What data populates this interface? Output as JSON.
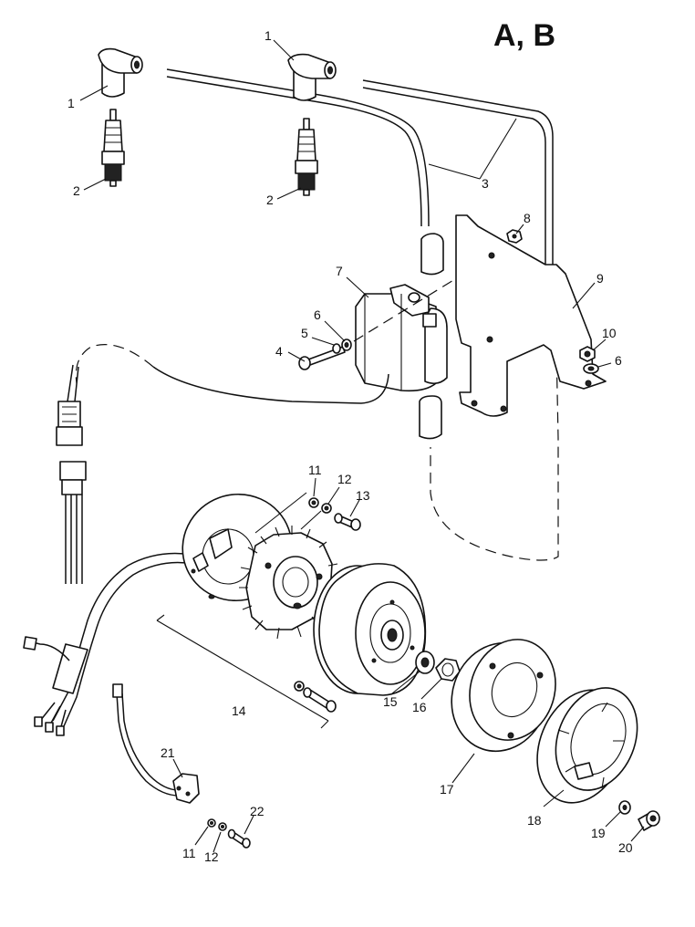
{
  "title": "A, B",
  "callouts": [
    {
      "id": "c1a",
      "text": "1"
    },
    {
      "id": "c1b",
      "text": "1"
    },
    {
      "id": "c2a",
      "text": "2"
    },
    {
      "id": "c2b",
      "text": "2"
    },
    {
      "id": "c3",
      "text": "3"
    },
    {
      "id": "c4",
      "text": "4"
    },
    {
      "id": "c5",
      "text": "5"
    },
    {
      "id": "c6a",
      "text": "6"
    },
    {
      "id": "c6b",
      "text": "6"
    },
    {
      "id": "c7",
      "text": "7"
    },
    {
      "id": "c8",
      "text": "8"
    },
    {
      "id": "c9",
      "text": "9"
    },
    {
      "id": "c10",
      "text": "10"
    },
    {
      "id": "c11a",
      "text": "11"
    },
    {
      "id": "c11b",
      "text": "11"
    },
    {
      "id": "c12a",
      "text": "12"
    },
    {
      "id": "c12b",
      "text": "12"
    },
    {
      "id": "c13",
      "text": "13"
    },
    {
      "id": "c14",
      "text": "14"
    },
    {
      "id": "c15",
      "text": "15"
    },
    {
      "id": "c16",
      "text": "16"
    },
    {
      "id": "c17",
      "text": "17"
    },
    {
      "id": "c18",
      "text": "18"
    },
    {
      "id": "c19",
      "text": "19"
    },
    {
      "id": "c20",
      "text": "20"
    },
    {
      "id": "c21",
      "text": "21"
    },
    {
      "id": "c22",
      "text": "22"
    }
  ]
}
